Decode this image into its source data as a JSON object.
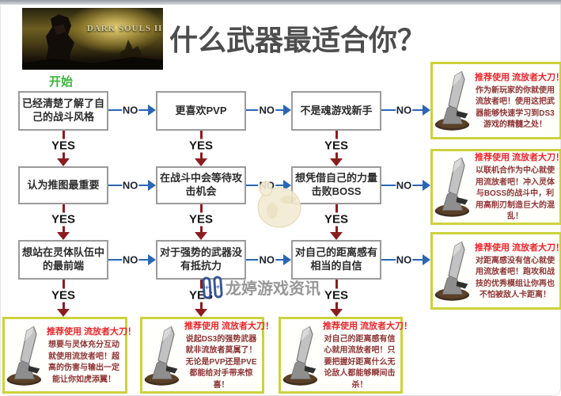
{
  "banner": {
    "game_title": "DARK SOULS III"
  },
  "page_title": "什么武器最适合你？",
  "labels": {
    "start": "开始",
    "yes": "YES",
    "no": "NO"
  },
  "colors": {
    "no_arrow_blue": "#2a66b5",
    "yes_arrow_maroon": "#8b1c20",
    "start_green": "#3db53a",
    "rec_border_yellow": "#ccd23c",
    "rec_title_red": "#e8252a",
    "rec_body_maroon": "#8d3434"
  },
  "flow": {
    "rows": [
      {
        "boxes": [
          "已经清楚了解了自己的战斗风格",
          "更喜欢PVP",
          "不是魂游戏新手"
        ]
      },
      {
        "boxes": [
          "认为推图最重要",
          "在战斗中会等待攻击机会",
          "想凭借自己的力量击败BOSS"
        ]
      },
      {
        "boxes": [
          "想站在灵体队伍中的最前端",
          "对于强势的武器没有抵抗力",
          "对自己的距离感有相当的自信"
        ]
      }
    ]
  },
  "recommendations": {
    "title": "推荐使用 流放者大刀！",
    "weapon_name": "流放者大刀",
    "right": [
      "作为新玩家的你就使用流放者吧！使用这把武器能够快速学习到DS3游戏的精髓之处！",
      "以联机合作为中心就使用流放者吧！冲入灵体与BOSS的战斗中，利用高削刃制造巨大的混乱！",
      "对距离感没有信心就使用流放者吧！跑攻和战技的优秀模组让你再也不怕被敌人卡距离！"
    ],
    "bottom": [
      "想要与灵体充分互动就使用流放者吧！超高的伤害与输出一定能让你如虎添翼！",
      "说起DS3的强势武器就非流放者莫属了！无论是PVP还是PVE都能给对手带来惊喜！",
      "对自己的距离感有信心就用流放者吧！只要把握好距离什么无论敌人都能够瞬间击杀！"
    ]
  },
  "watermark": {
    "text": "龙婷游戏资讯"
  }
}
